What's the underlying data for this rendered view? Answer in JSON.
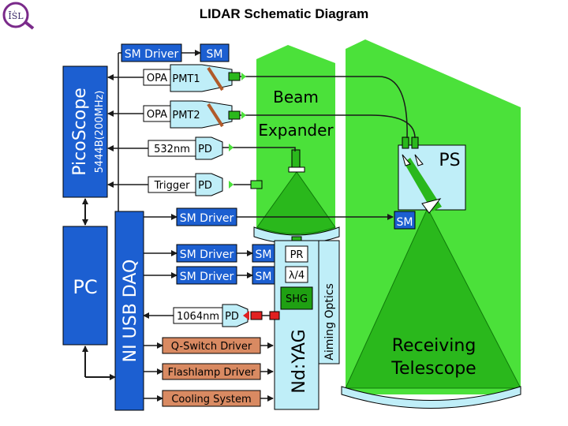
{
  "title": "LIDAR Schematic Diagram",
  "logo": {
    "text": "ĪṠL"
  },
  "labels": {
    "pico_main": "PicoScope",
    "pico_model": "5444B(200MHz)",
    "pc": "PC",
    "daq": "NI USB DAQ",
    "sm_driver_top": "SM Driver",
    "sm_top": "SM",
    "opa1": "OPA",
    "pmt1": "PMT1",
    "opa2": "OPA",
    "pmt2": "PMT2",
    "nm532": "532nm",
    "pd532": "PD",
    "trigger": "Trigger",
    "pd_trig": "PD",
    "sm_driver_ps": "SM Driver",
    "sm_ps": "SM",
    "sm_driver_pr": "SM Driver",
    "sm_pr": "SM",
    "pr": "PR",
    "sm_driver_l4": "SM Driver",
    "sm_l4": "SM",
    "lambda4": "λ/4",
    "shg": "SHG",
    "nm1064": "1064nm",
    "pd1064": "PD",
    "qswitch": "Q-Switch Driver",
    "flashlamp": "Flashlamp Driver",
    "cooling": "Cooling System",
    "ndyag": "Nd:YAG",
    "aiming": "Aiming Optics",
    "beam": "Beam",
    "expander": "Expander",
    "ps": "PS",
    "receiving": "Receiving",
    "telescope": "Telescope"
  },
  "colors": {
    "blue_box": "#1c5fd1",
    "cyan_box": "#bfeef8",
    "green_bg": "#4be13a",
    "green_dark": "#1fa012",
    "salmon": "#d98a62",
    "arrow": "#1a1a1a"
  }
}
